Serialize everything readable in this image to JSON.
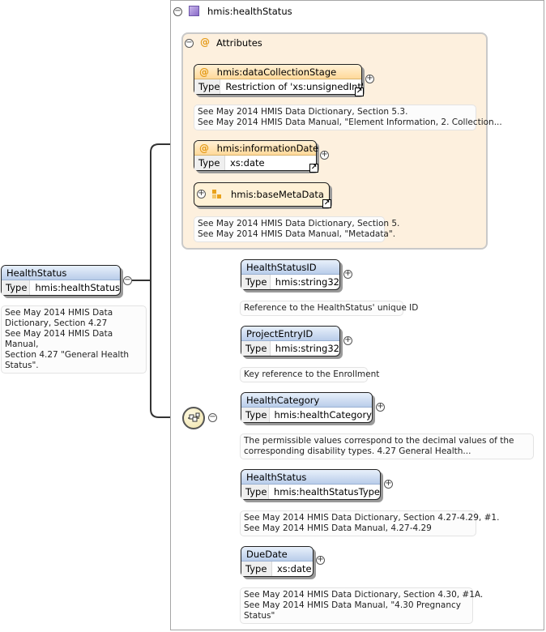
{
  "root": {
    "name": "HealthStatus",
    "type_label": "Type",
    "type_value": "hmis:healthStatus",
    "note": [
      "See May 2014 HMIS Data",
      "Dictionary, Section 4.27",
      "See May 2014 HMIS Data Manual,",
      "Section 4.27 \"General Health",
      "Status\"."
    ]
  },
  "complex_type": {
    "title": "hmis:healthStatus"
  },
  "attributes": {
    "title": "Attributes",
    "items": [
      {
        "name": "hmis:dataCollectionStage",
        "type_label": "Type",
        "type_value": "Restriction of 'xs:unsignedInt'",
        "note": [
          "See May 2014 HMIS Data Dictionary, Section 5.3.",
          "See May 2014 HMIS Data Manual, \"Element Information, 2. Collection..."
        ]
      },
      {
        "name": "hmis:informationDate",
        "type_label": "Type",
        "type_value": "xs:date",
        "note": []
      },
      {
        "name": "hmis:baseMetaData",
        "note": [
          "See May 2014 HMIS Data Dictionary, Section 5.",
          "See May 2014 HMIS Data Manual, \"Metadata\"."
        ]
      }
    ]
  },
  "sequence": {
    "elements": [
      {
        "name": "HealthStatusID",
        "type_label": "Type",
        "type_value": "hmis:string32",
        "note": [
          "Reference to the HealthStatus' unique ID"
        ]
      },
      {
        "name": "ProjectEntryID",
        "type_label": "Type",
        "type_value": "hmis:string32",
        "note": [
          "Key reference to the Enrollment"
        ]
      },
      {
        "name": "HealthCategory",
        "type_label": "Type",
        "type_value": "hmis:healthCategory",
        "note": [
          "The permissible values correspond to the decimal values of the",
          "corresponding disability types. 4.27 General Health..."
        ]
      },
      {
        "name": "HealthStatus",
        "type_label": "Type",
        "type_value": "hmis:healthStatusType",
        "note": [
          "See May 2014 HMIS Data Dictionary, Section 4.27-4.29, #1.",
          "See May 2014 HMIS Data Manual, 4.27-4.29"
        ]
      },
      {
        "name": "DueDate",
        "type_label": "Type",
        "type_value": "xs:date",
        "note": [
          "See May 2014 HMIS Data Dictionary, Section 4.30, #1A.",
          "See May 2014 HMIS Data Manual, \"4.30 Pregnancy",
          "Status\""
        ]
      }
    ]
  },
  "symbols": {
    "collapse": "−",
    "expand": "+",
    "attr": "@",
    "ref": "↗"
  },
  "colors": {
    "element_header": "#b9cdea",
    "attribute_header": "#ffd99a",
    "attribute_group_bg": "#fdf0de"
  }
}
